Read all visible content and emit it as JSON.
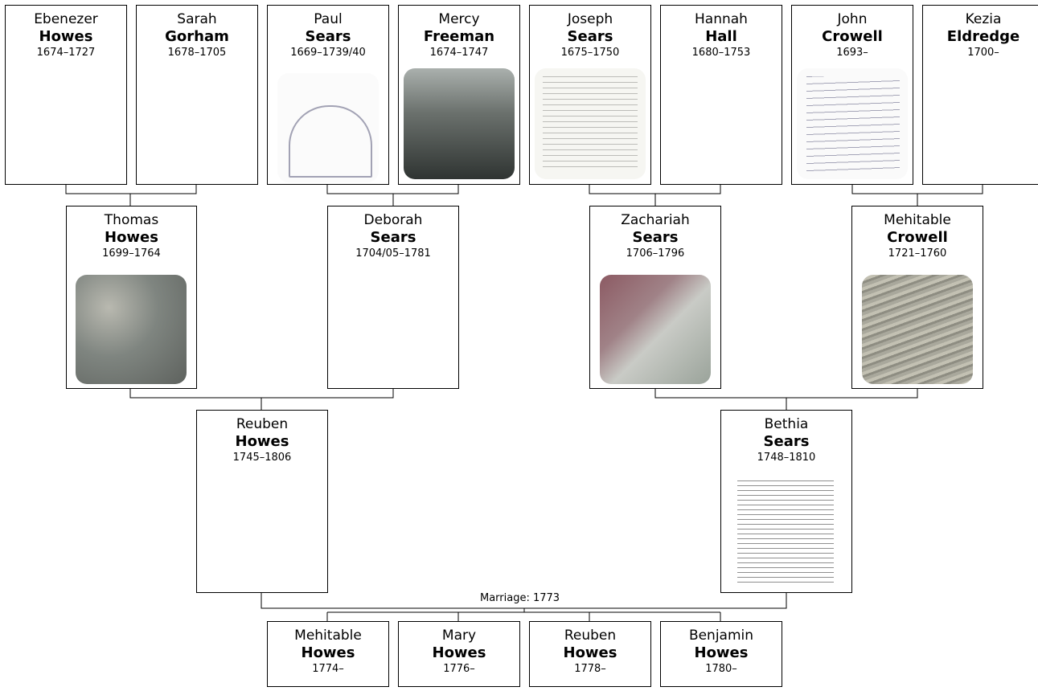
{
  "people": {
    "ebenezer_howes": {
      "given": "Ebenezer",
      "surname": "Howes",
      "dates": "1674–1727"
    },
    "sarah_gorham": {
      "given": "Sarah",
      "surname": "Gorham",
      "dates": "1678–1705"
    },
    "paul_sears": {
      "given": "Paul",
      "surname": "Sears",
      "dates": "1669–1739/40"
    },
    "mercy_freeman": {
      "given": "Mercy",
      "surname": "Freeman",
      "dates": "1674–1747"
    },
    "joseph_sears": {
      "given": "Joseph",
      "surname": "Sears",
      "dates": "1675–1750"
    },
    "hannah_hall": {
      "given": "Hannah",
      "surname": "Hall",
      "dates": "1680–1753"
    },
    "john_crowell": {
      "given": "John",
      "surname": "Crowell",
      "dates": "1693–"
    },
    "kezia_eldredge": {
      "given": "Kezia",
      "surname": "Eldredge",
      "dates": "1700–"
    },
    "thomas_howes": {
      "given": "Thomas",
      "surname": "Howes",
      "dates": "1699–1764"
    },
    "deborah_sears": {
      "given": "Deborah",
      "surname": "Sears",
      "dates": "1704/05–1781"
    },
    "zachariah_sears": {
      "given": "Zachariah",
      "surname": "Sears",
      "dates": "1706–1796"
    },
    "mehitable_crowell": {
      "given": "Mehitable",
      "surname": "Crowell",
      "dates": "1721–1760"
    },
    "reuben_howes": {
      "given": "Reuben",
      "surname": "Howes",
      "dates": "1745–1806"
    },
    "bethia_sears": {
      "given": "Bethia",
      "surname": "Sears",
      "dates": "1748–1810"
    },
    "mehitable_howes": {
      "given": "Mehitable",
      "surname": "Howes",
      "dates": "1774–"
    },
    "mary_howes": {
      "given": "Mary",
      "surname": "Howes",
      "dates": "1776–"
    },
    "reuben_howes_jr": {
      "given": "Reuben",
      "surname": "Howes",
      "dates": "1778–"
    },
    "benjamin_howes": {
      "given": "Benjamin",
      "surname": "Howes",
      "dates": "1780–"
    }
  },
  "marriage_label": "Marriage: 1773"
}
